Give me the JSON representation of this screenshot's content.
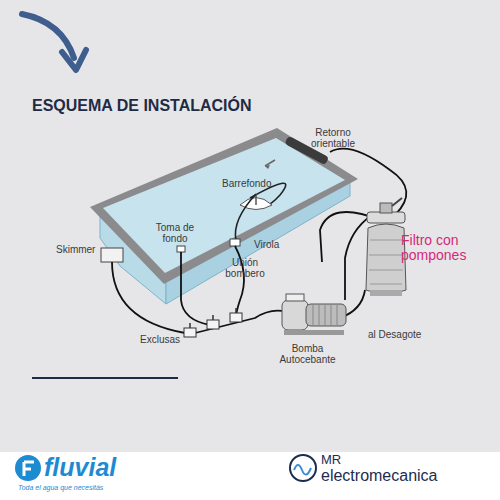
{
  "diagram": {
    "title": "ESQUEMA DE INSTALACIÓN",
    "labels": [
      "Retorno orientable",
      "Barrefondo",
      "Toma de fondo",
      "Virola",
      "Skimmer",
      "Unión bombero",
      "Filtro con pompones",
      "Exclusas",
      "Bomba Autocebante",
      "al Desagote",
      "fluvial",
      "Toda el agua que necesitás",
      "MR",
      "electromecanica"
    ]
  }
}
